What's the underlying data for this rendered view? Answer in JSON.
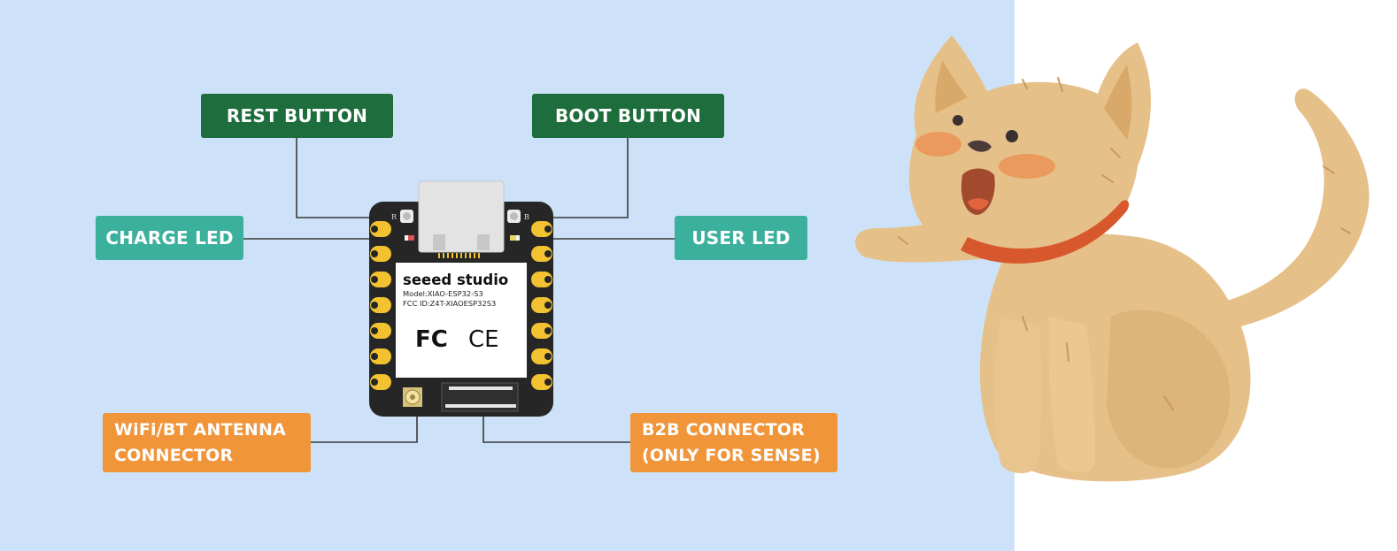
{
  "colors": {
    "background_panel": "#cde2f8",
    "label_green": "#1e6d3c",
    "label_teal": "#3bb09d",
    "label_orange": "#f0953a",
    "board": "#262626",
    "pad": "#f2c230",
    "cat_fur": "#e6c089",
    "cat_collar": "#d8582e"
  },
  "labels": {
    "rest_button": "REST BUTTON",
    "boot_button": "BOOT BUTTON",
    "charge_led": "CHARGE LED",
    "user_led": "USER LED",
    "antenna_connector": "WiFi/BT ANTENNA\nCONNECTOR",
    "b2b_connector": "B2B CONNECTOR\n(ONLY FOR SENSE)"
  },
  "board": {
    "brand": "seeed studio",
    "model": "Model:XIAO-ESP32-S3",
    "fcc_id": "FCC ID:Z4T-XIAOESP32S3",
    "cert_fc": "FC",
    "cert_ce": "CE",
    "silk_left": "R",
    "silk_right": "B"
  },
  "icons": {
    "illustration": "cat-illustration",
    "board": "xiao-esp32s3-board"
  }
}
